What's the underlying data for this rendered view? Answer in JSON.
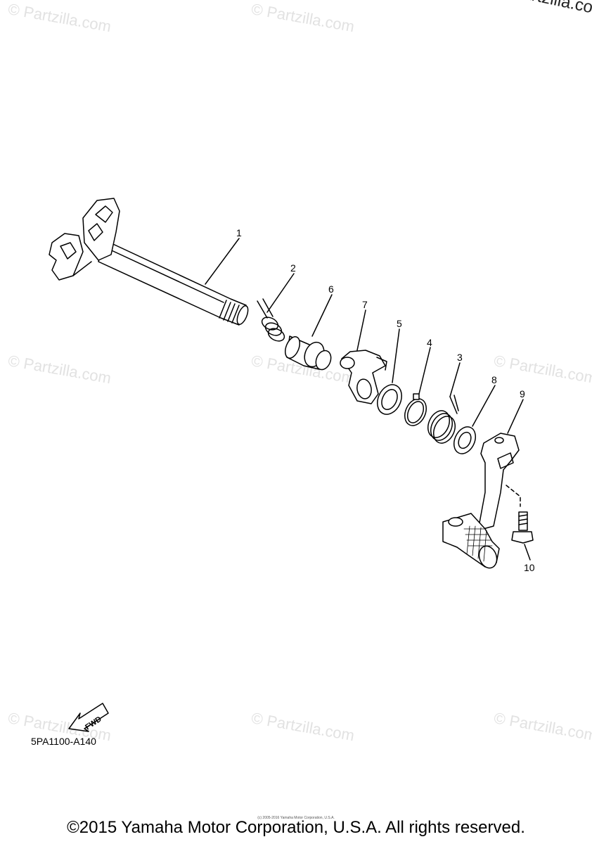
{
  "watermark_text": "© Partzilla.com",
  "corner_watermark": "© Partzilla.co",
  "callouts": [
    "1",
    "2",
    "6",
    "7",
    "5",
    "4",
    "3",
    "8",
    "9",
    "10"
  ],
  "fwd_label": "FWD",
  "diagram_code": "5PA1100-A140",
  "fine_print": "(c) 2005-2016 Yamaha Motor Corporation, U.S.A.",
  "copyright": "©2015 Yamaha Motor Corporation, U.S.A. All rights reserved."
}
